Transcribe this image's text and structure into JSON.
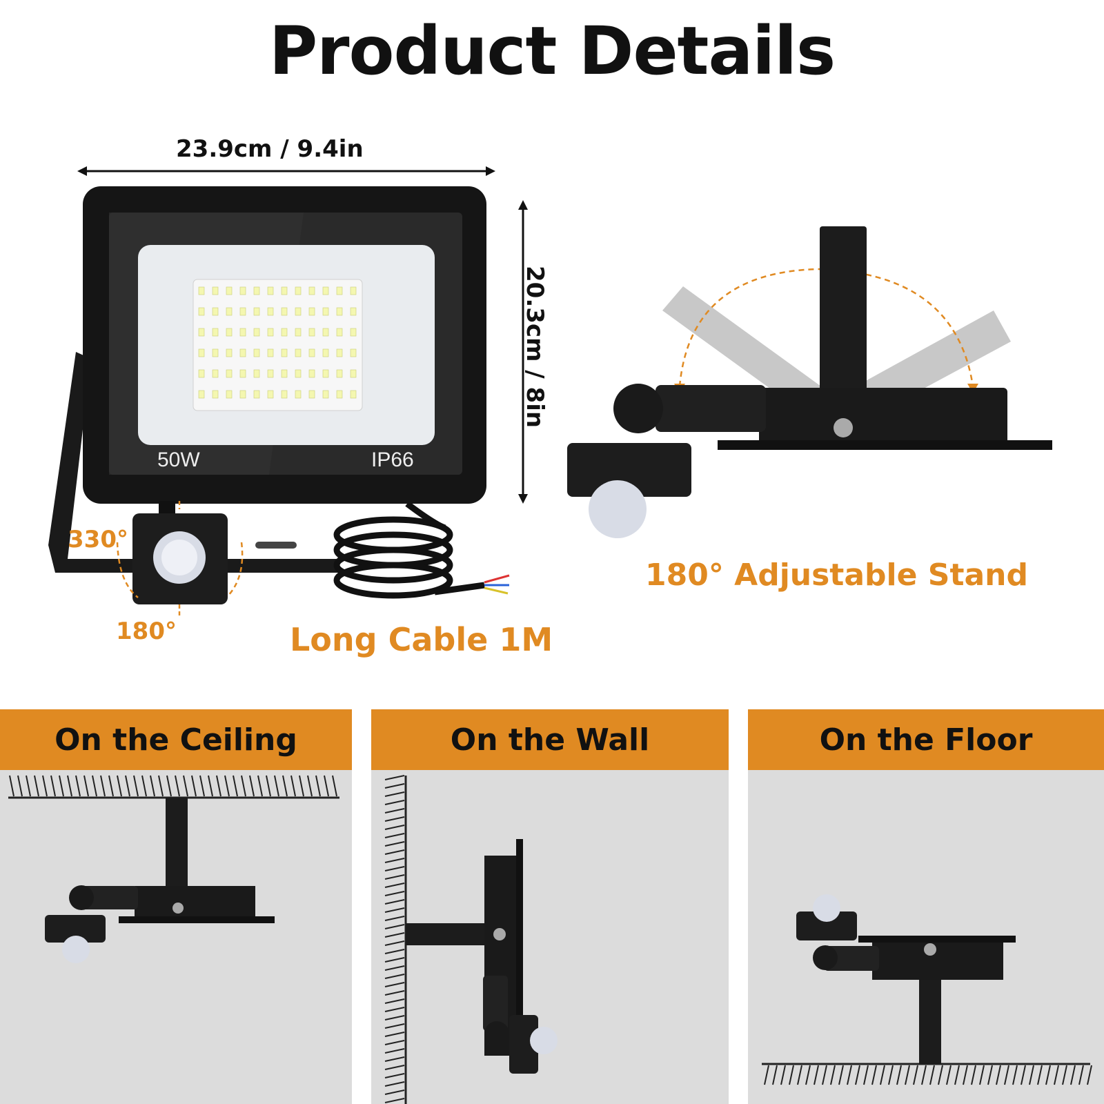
{
  "title": "Product Details",
  "dimensions": {
    "width": "23.9cm / 9.4in",
    "height": "20.3cm / 8in"
  },
  "product": {
    "wattage": "50W",
    "rating": "IP66"
  },
  "angles": {
    "sensor_rotate": "330°",
    "sensor_tilt": "180°"
  },
  "features": {
    "cable": "Long Cable 1M",
    "stand": "180° Adjustable Stand"
  },
  "mounting": [
    {
      "label": "On the Ceiling"
    },
    {
      "label": "On the Wall"
    },
    {
      "label": "On the Floor"
    }
  ],
  "colors": {
    "accent": "#e08a22",
    "panel_bg": "#dcdcdc",
    "fixture": "#1a1a1a"
  }
}
